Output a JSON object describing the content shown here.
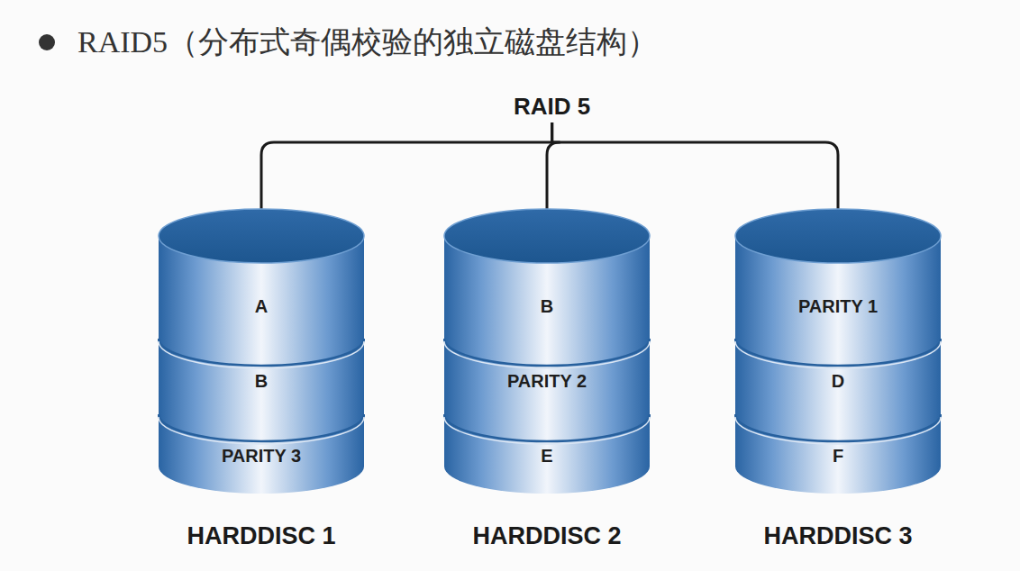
{
  "diagram": {
    "title": "RAID5（分布式奇偶校验的独立磁盘结构）",
    "nodes": [
      {
        "text": [
          "RAID 5"
        ]
      },
      {
        "text": [
          "HARDDISC 1"
        ]
      },
      {
        "text": [
          "A"
        ],
        "in": 1
      },
      {
        "text": [
          "B"
        ],
        "in": 1
      },
      {
        "text": [
          "PARITY 3"
        ],
        "in": 1
      },
      {
        "text": [
          "HARDDISC 2"
        ]
      },
      {
        "text": [
          "B"
        ],
        "in": 5
      },
      {
        "text": [
          "PARITY 2"
        ],
        "in": 5
      },
      {
        "text": [
          "E"
        ],
        "in": 5
      },
      {
        "text": [
          "HARDDISC 3"
        ]
      },
      {
        "text": [
          "PARITY 1"
        ],
        "in": 9
      },
      {
        "text": [
          "D"
        ],
        "in": 9
      },
      {
        "text": [
          "F"
        ],
        "in": 9
      }
    ],
    "edges": [
      {
        "from": 0,
        "to": 1,
        "arrow": "none"
      },
      {
        "from": 0,
        "to": 5,
        "arrow": "none"
      },
      {
        "from": 0,
        "to": 9,
        "arrow": "none"
      }
    ]
  }
}
